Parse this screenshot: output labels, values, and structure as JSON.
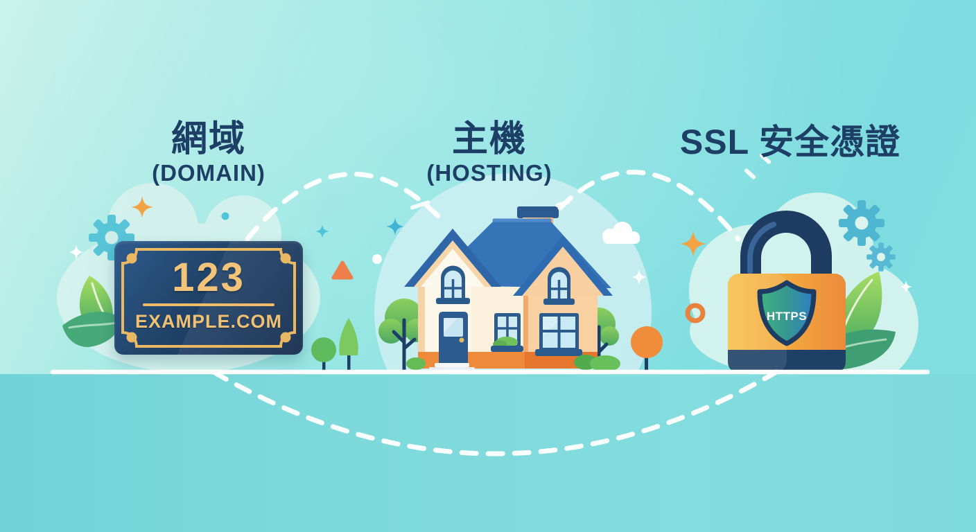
{
  "illustration": {
    "background_top_left": "#c9f2ea",
    "background_right": "#7edce0",
    "background_below_ground": "#7ed9db",
    "ground_line_color": "#ffffff",
    "text_color": "#1d3f66",
    "connector_style": "white-dashed-arcs"
  },
  "sections": {
    "domain": {
      "title": "網域",
      "subtitle": "(DOMAIN)",
      "plaque_number": "123",
      "plaque_domain": "EXAMPLE.COM",
      "plaque_bg": "#1e3a5f",
      "plaque_gold": "#f0c172"
    },
    "hosting": {
      "title": "主機",
      "subtitle": "(HOSTING)"
    },
    "ssl": {
      "title": "SSL 安全憑證",
      "shield_label": "HTTPS",
      "lock_body_left": "#f7c14b",
      "lock_body_right": "#ec8a3b",
      "shield_green": "#41b184",
      "shield_blue": "#2f7fc3"
    }
  },
  "decorations": {
    "gear_color": "#55c0d6",
    "leaf_green": "#5cb85e",
    "leaf_teal": "#3f9e74",
    "sparkle_orange": "#f2a344",
    "sparkle_teal": "#49b8d0",
    "sparkle_white": "#ffffff",
    "tree_green": "#63bd5b",
    "tree_orange": "#f08c3a",
    "cloud_white": "#ffffff",
    "ring_orange": "#e8823f",
    "triangle_orange": "#ee7f4a"
  }
}
